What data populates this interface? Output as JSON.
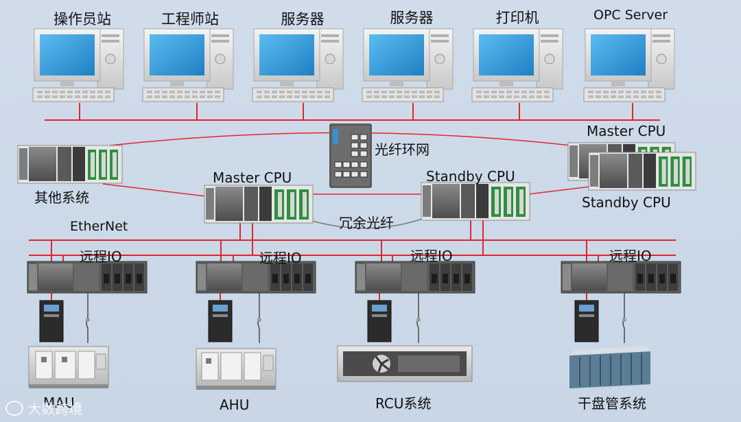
{
  "workstations": [
    {
      "label": "操作员站"
    },
    {
      "label": "工程师站"
    },
    {
      "label": "服务器"
    },
    {
      "label": "服务器"
    },
    {
      "label": "打印机"
    },
    {
      "label": "OPC Server"
    }
  ],
  "network": {
    "fiber_ring": "光纤环网",
    "redundant_fiber": "冗余光纤",
    "ethernet": "EtherNet"
  },
  "controllers": {
    "other_systems": "其他系统",
    "center_master": "Master CPU",
    "center_standby": "Standby CPU",
    "right_master": "Master CPU",
    "right_standby": "Standby CPU"
  },
  "remote_io": [
    {
      "label": "远程IO",
      "equipment": "MAU"
    },
    {
      "label": "远程IO",
      "equipment": "AHU"
    },
    {
      "label": "远程IO",
      "equipment": "RCU系统"
    },
    {
      "label": "远程IO",
      "equipment": "干盘管系统"
    }
  ],
  "watermark": "大数跨境",
  "colors": {
    "background": "#ccd9e8",
    "network_line": "#e0262d",
    "fiber_line": "#7a7a7a",
    "monitor_screen": "#3aa3e0",
    "device_body": "#6e6e6e",
    "io_module": "#2f8f3f"
  }
}
